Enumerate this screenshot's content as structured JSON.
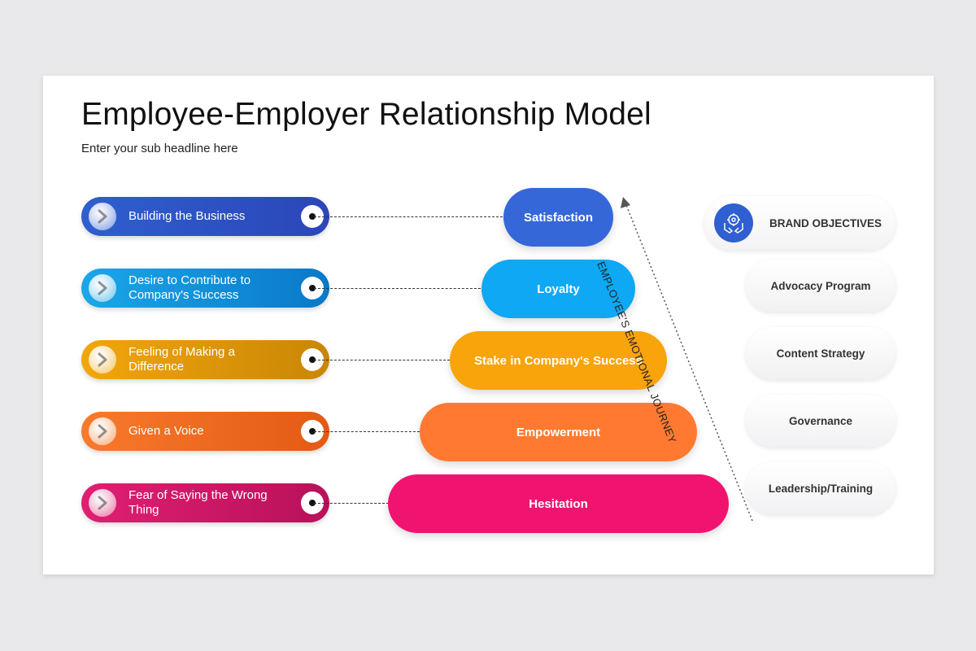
{
  "title": "Employee-Employer Relationship Model",
  "subtitle": "Enter your sub headline here",
  "left_items": [
    {
      "label": "Building the Business",
      "color_from": "#2f5fd0",
      "color_to": "#2b46b8"
    },
    {
      "label": "Desire to Contribute to Company's Success",
      "color_from": "#1aa7e8",
      "color_to": "#0a78c8"
    },
    {
      "label": "Feeling of Making a Difference",
      "color_from": "#f2a60c",
      "color_to": "#c98606"
    },
    {
      "label": "Given a Voice",
      "color_from": "#f87a2c",
      "color_to": "#e35a14"
    },
    {
      "label": "Fear of Saying the Wrong Thing",
      "color_from": "#e01f72",
      "color_to": "#b8115a"
    }
  ],
  "pyramid": [
    {
      "label": "Satisfaction",
      "color": "#3567d8"
    },
    {
      "label": "Loyalty",
      "color": "#0ea8f5"
    },
    {
      "label": "Stake in Company's Success",
      "color": "#f9a40a"
    },
    {
      "label": "Empowerment",
      "color": "#ff7a30"
    },
    {
      "label": "Hesitation",
      "color": "#f01470"
    }
  ],
  "journey_label": "EMPLOYEE'S EMOTIONAL JOURNEY",
  "brand": {
    "label": "BRAND OBJECTIVES",
    "icon": "target-hands-icon",
    "color": "#2f5fd0"
  },
  "objectives": [
    {
      "label": "Advocacy Program"
    },
    {
      "label": "Content Strategy"
    },
    {
      "label": "Governance"
    },
    {
      "label": "Leadership/Training"
    }
  ]
}
